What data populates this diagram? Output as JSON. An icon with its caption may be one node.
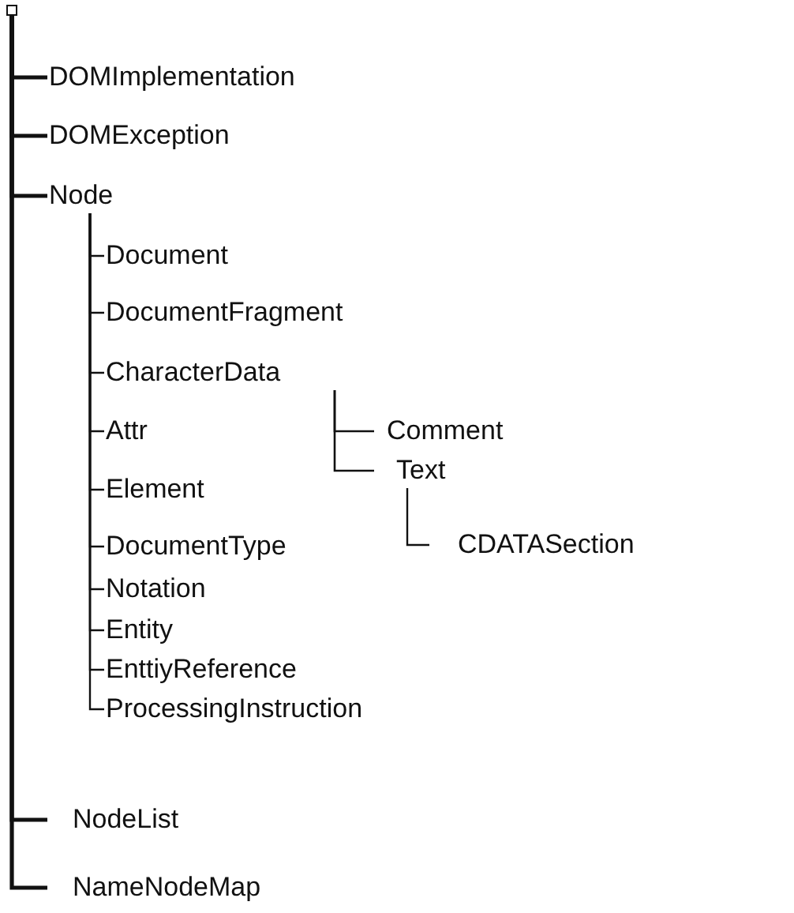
{
  "diagram": {
    "nodes": [
      {
        "text": [],
        "shape": "box"
      },
      {
        "text": [
          "DOMImplementation"
        ]
      },
      {
        "text": [
          "DOMException"
        ]
      },
      {
        "text": [
          "Node"
        ]
      },
      {
        "text": [
          "Document"
        ]
      },
      {
        "text": [
          "DocumentFragment"
        ]
      },
      {
        "text": [
          "CharacterData"
        ]
      },
      {
        "text": [
          "Attr"
        ]
      },
      {
        "text": [
          "Comment"
        ]
      },
      {
        "text": [
          "Element"
        ]
      },
      {
        "text": [
          "Text"
        ]
      },
      {
        "text": [
          "DocumentType"
        ]
      },
      {
        "text": [
          "CDATASection"
        ]
      },
      {
        "text": [
          "Notation"
        ]
      },
      {
        "text": [
          "Entity"
        ]
      },
      {
        "text": [
          "EnttiyReference"
        ]
      },
      {
        "text": [
          "ProcessingInstruction"
        ]
      },
      {
        "text": [
          "NodeList"
        ]
      },
      {
        "text": [
          "NameNodeMap"
        ]
      }
    ],
    "edges": [
      {
        "from": 0,
        "to": 1,
        "arrow": "none"
      },
      {
        "from": 0,
        "to": 2,
        "arrow": "none"
      },
      {
        "from": 0,
        "to": 3,
        "arrow": "none"
      },
      {
        "from": 3,
        "to": 4,
        "arrow": "none"
      },
      {
        "from": 3,
        "to": 5,
        "arrow": "none"
      },
      {
        "from": 3,
        "to": 6,
        "arrow": "none"
      },
      {
        "from": 3,
        "to": 7,
        "arrow": "none"
      },
      {
        "from": 3,
        "to": 9,
        "arrow": "none"
      },
      {
        "from": 3,
        "to": 11,
        "arrow": "none"
      },
      {
        "from": 3,
        "to": 13,
        "arrow": "none"
      },
      {
        "from": 3,
        "to": 14,
        "arrow": "none"
      },
      {
        "from": 3,
        "to": 15,
        "arrow": "none"
      },
      {
        "from": 3,
        "to": 16,
        "arrow": "none"
      },
      {
        "from": 6,
        "to": 8,
        "arrow": "none"
      },
      {
        "from": 6,
        "to": 10,
        "arrow": "none"
      },
      {
        "from": 10,
        "to": 12,
        "arrow": "none"
      },
      {
        "from": 0,
        "to": 17,
        "arrow": "none"
      },
      {
        "from": 0,
        "to": 18,
        "arrow": "none"
      }
    ]
  }
}
